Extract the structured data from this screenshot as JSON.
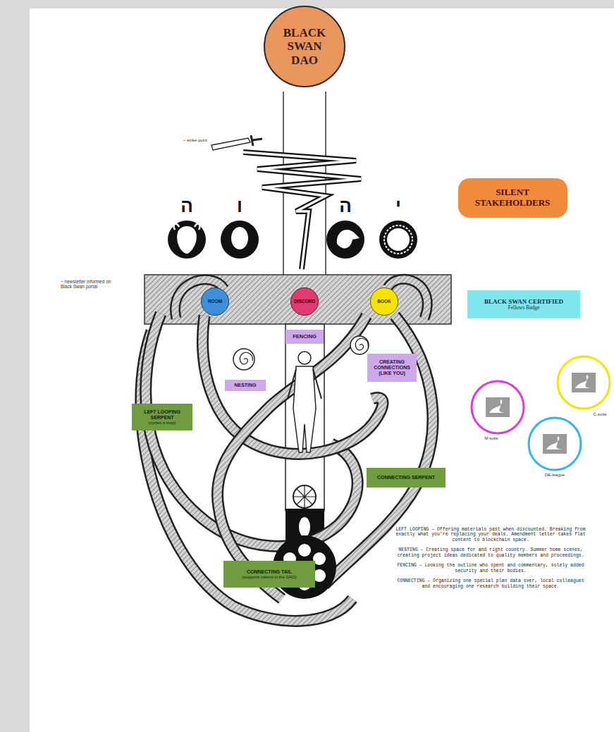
{
  "diagram": {
    "nodes": [
      {
        "text": [
          "BLACK SWAN DAO"
        ]
      },
      {
        "text": [
          "SILENT STAKEHOLDERS"
        ]
      },
      {
        "text": [
          "ROOM"
        ]
      },
      {
        "text": [
          "DISCORD"
        ]
      },
      {
        "text": [
          "BOOK"
        ]
      },
      {
        "text": [
          "FENCING"
        ]
      },
      {
        "text": [
          "NESTING"
        ]
      },
      {
        "text": [
          "CREATING CONNECTIONS (LIKE YOU)"
        ]
      },
      {
        "text": [
          "BLACK SWAN CERTIFIED",
          "Fellows Badge"
        ]
      },
      {
        "text": [
          "LEFT LOOPING SERPENT",
          "(cycles a loop)"
        ]
      },
      {
        "text": [
          "CONNECTING SERPENT"
        ]
      },
      {
        "text": [
          "CONNECTING TAIL",
          "(supports tokens in the DAO)"
        ]
      }
    ],
    "labels": [
      "~ strike point",
      "ה",
      "ו",
      "ה",
      "י",
      "~ newsletter informed on Black Swan portal",
      "M-suite",
      "C-suite",
      "DE-league",
      "LEFT LOOPING – Offering materials past when discounted. Breaking from exactly what you're replacing your deals. Amendment letter takes flat content to blockchain space.",
      "NESTING – Creating space for and right country. Summer home scenes, creating project ideas dedicated to quality members and proceedings.",
      "FENCING – Looking the outline who spent and commentary, solely added security and their bodies.",
      "CONNECTING – Organizing one special plan data over, local colleagues and encouraging one research building their space."
    ]
  }
}
